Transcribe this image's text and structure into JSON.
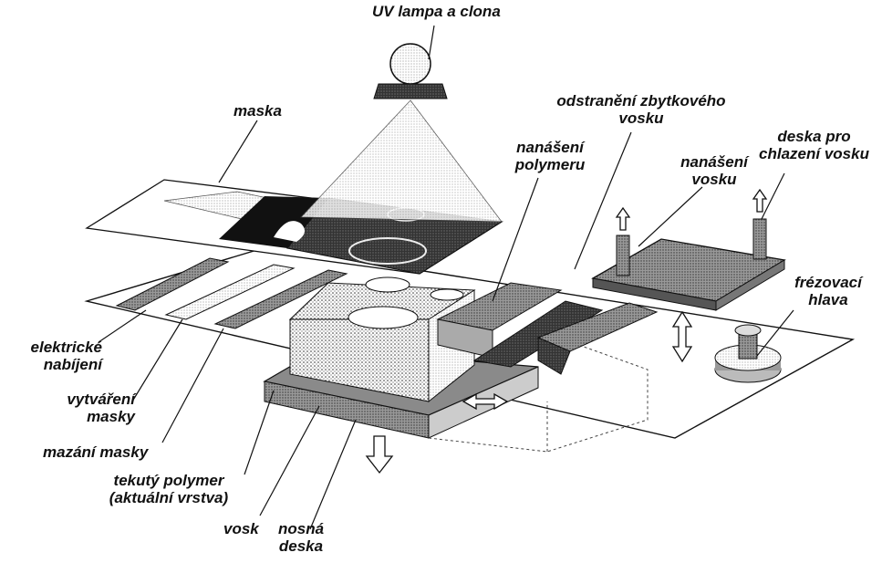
{
  "labels": {
    "uv_lamp": "UV lampa a clona",
    "mask": "maska",
    "wax_removal": [
      "odstranění zbytkového",
      "vosku"
    ],
    "polymer_application": [
      "nanášení",
      "polymeru"
    ],
    "wax_application": [
      "nanášení",
      "vosku"
    ],
    "wax_cooling_plate": [
      "deska pro",
      "chlazení vosku"
    ],
    "milling_head": [
      "frézovací",
      "hlava"
    ],
    "electric_charging": [
      "elektrické",
      "nabíjení"
    ],
    "mask_creation": [
      "vytváření",
      "masky"
    ],
    "mask_erasing": "mazání masky",
    "liquid_polymer": [
      "tekutý polymer",
      "(aktuální vrstva)"
    ],
    "wax": "vosk",
    "carrier_plate": [
      "nosná",
      "deska"
    ]
  },
  "colors": {
    "ink": "#111111",
    "dark_fill": "#1a1a1a",
    "mid_fill": "#8a8a8a",
    "light_fill": "#cfcfcf",
    "paper": "#ffffff"
  }
}
